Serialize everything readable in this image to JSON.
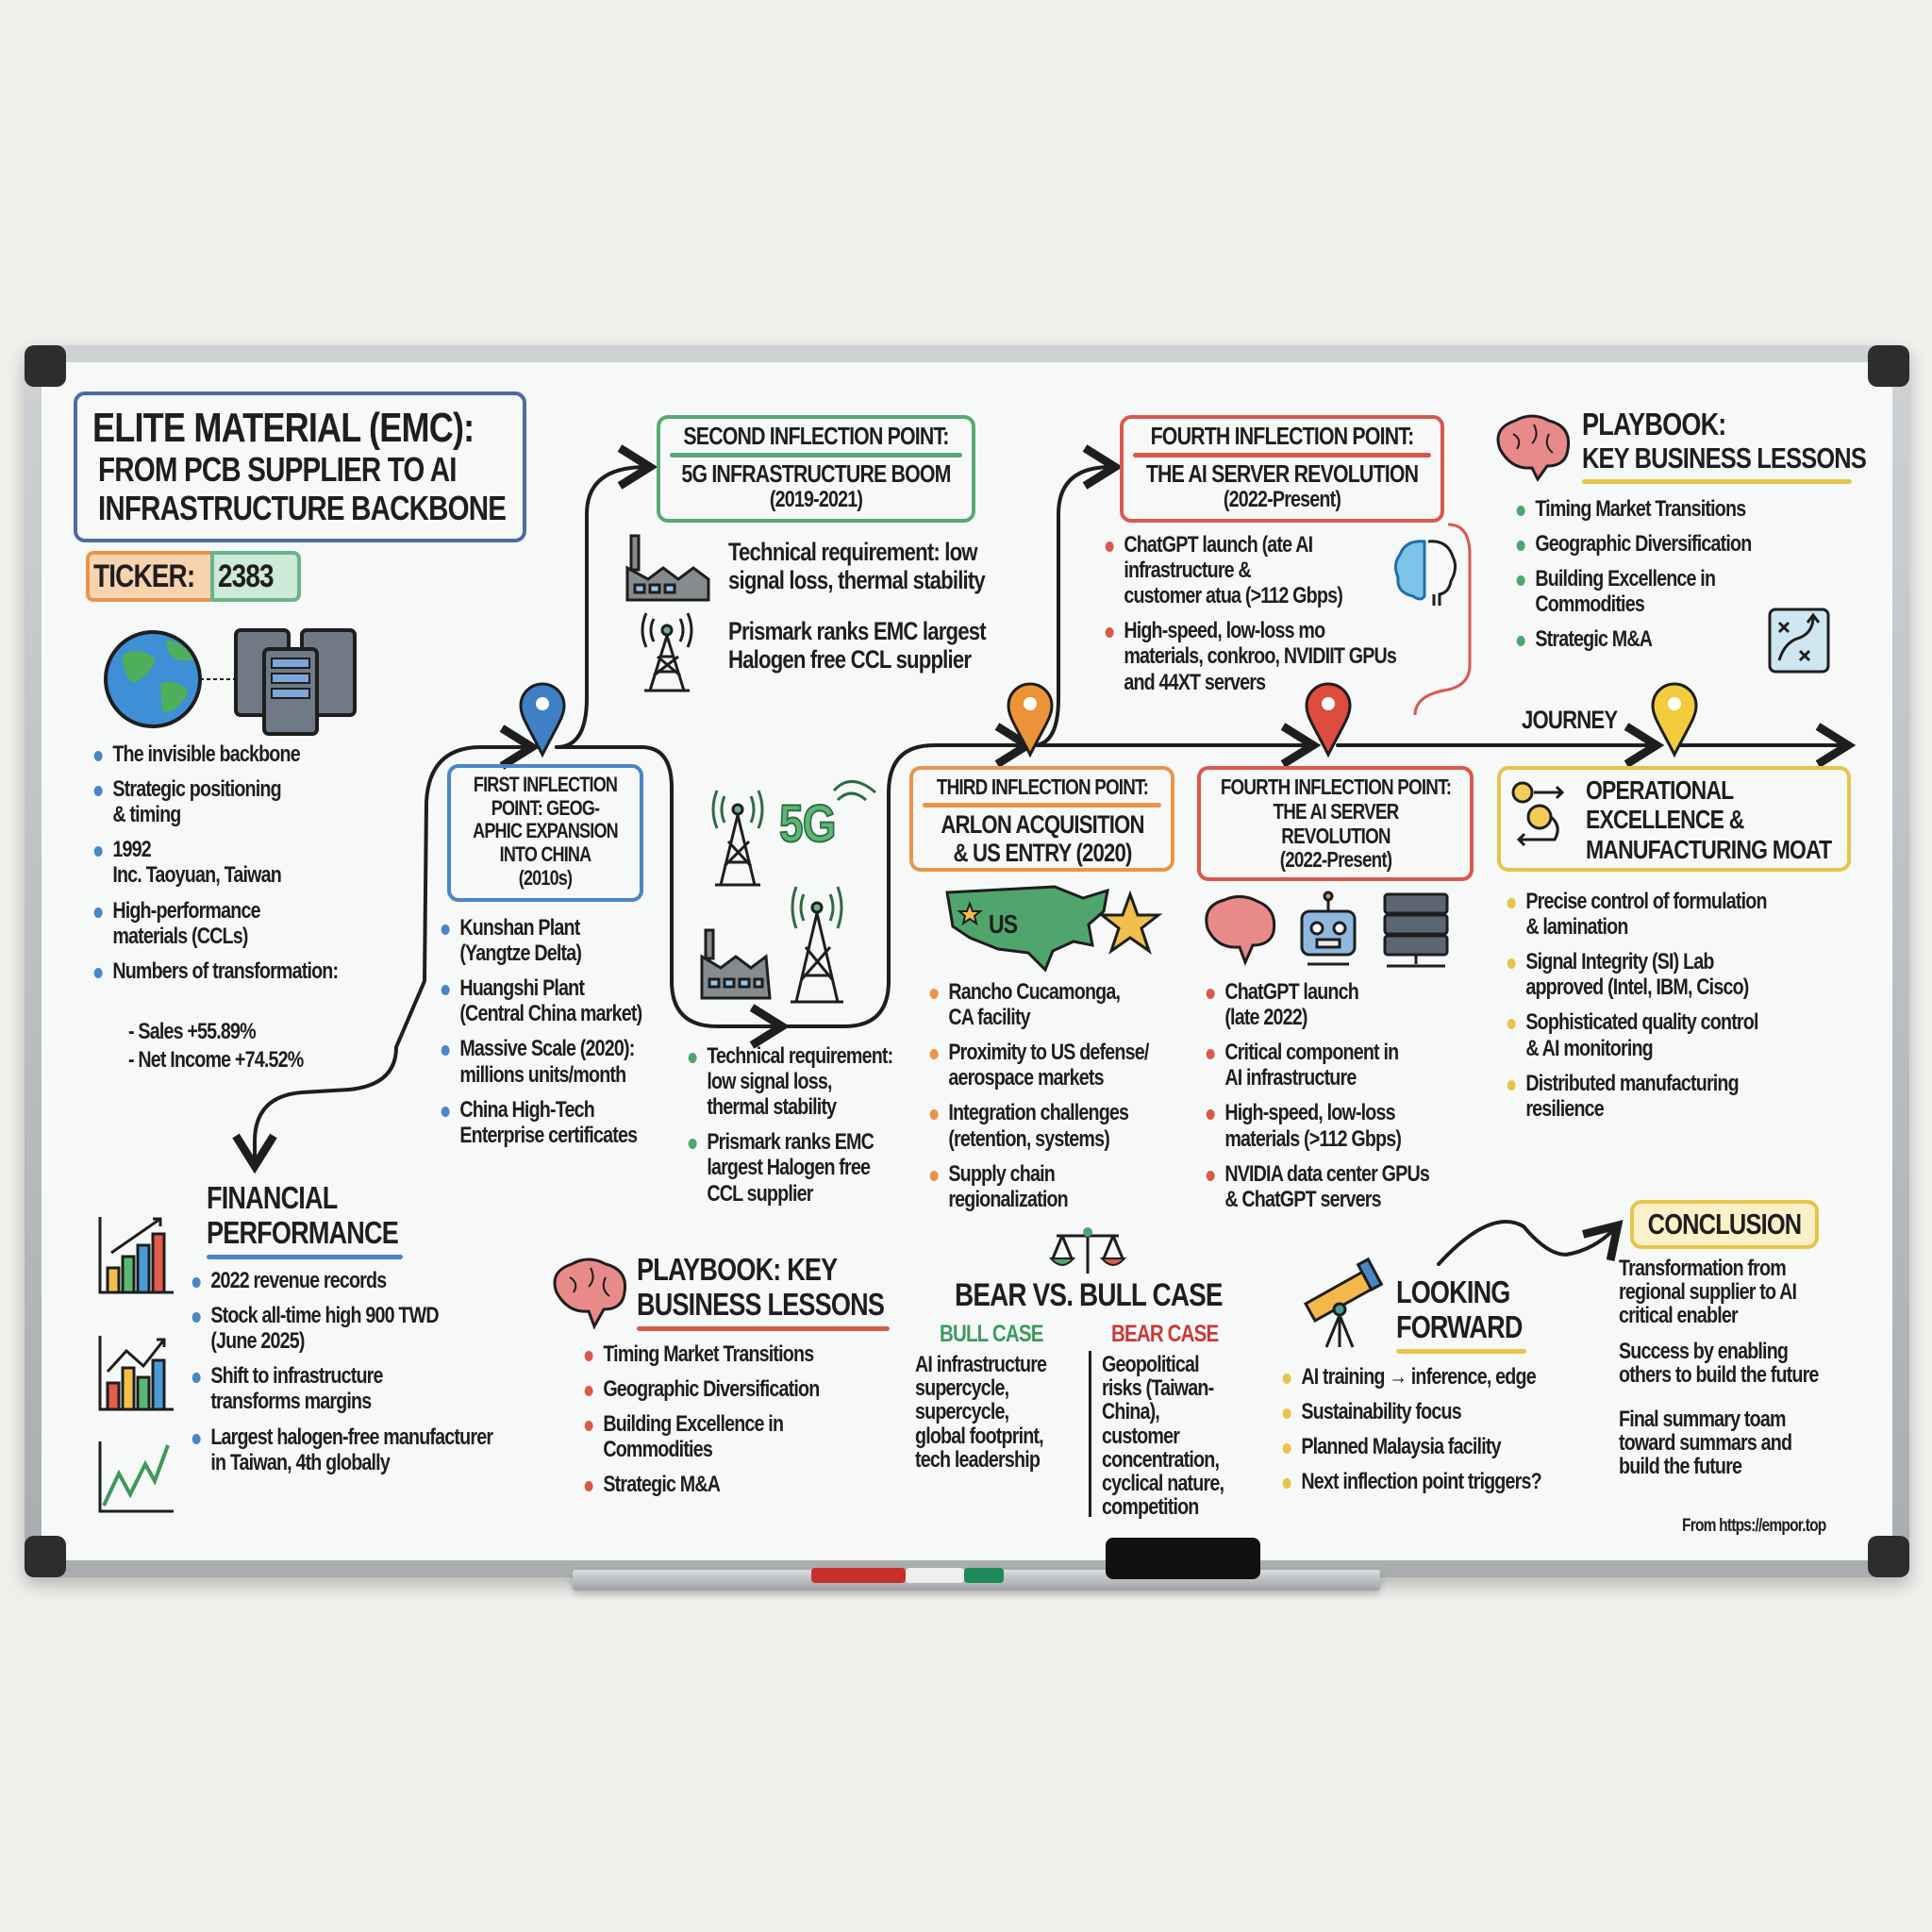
{
  "colors": {
    "blue": "#4a86c5",
    "green": "#4fa56b",
    "orange": "#e8954a",
    "red": "#d9594c",
    "yellow": "#e6c44a",
    "ink": "#1e1e1e"
  },
  "header": {
    "title_line1": "ELITE MATERIAL (EMC):",
    "title_line2": "FROM PCB SUPPLIER TO AI\nINFRASTRUCTURE BACKBONE",
    "ticker_label": "TICKER:",
    "ticker_value": "2383"
  },
  "intro": {
    "icons": [
      "globe-icon",
      "server-rack-icon"
    ],
    "bullets": [
      "The invisible backbone",
      "Strategic positioning\n& timing",
      "1992\nInc. Taoyuan, Taiwan",
      "High-performance\nmaterials (CCLs)",
      "Numbers of transformation:"
    ],
    "numbers": [
      "- Sales +55.89%",
      "- Net Income +74.52%"
    ]
  },
  "second_inflection": {
    "title": "SECOND INFLECTION POINT:",
    "subtitle": "5G INFRASTRUCTURE BOOM",
    "period": "(2019-2021)",
    "items": [
      {
        "icon": "factory-icon",
        "text": "Technical requirement: low\nsignal loss, thermal stability"
      },
      {
        "icon": "cell-tower-icon",
        "text": "Prismark ranks EMC largest\nHalogen free CCL supplier"
      }
    ]
  },
  "fourth_inflection_top": {
    "title": "FOURTH INFLECTION POINT:",
    "subtitle": "THE AI SERVER REVOLUTION",
    "period": "(2022-Present)",
    "bullets": [
      "ChatGPT launch (ate AI\ninfrastructure &\ncustomer atua (>112 Gbps)",
      "High-speed, low-loss mo\nmaterials, conkroo, NVIDIIT GPUs\nand 44XT servers"
    ]
  },
  "playbook_top": {
    "title": "PLAYBOOK:",
    "subtitle": "KEY BUSINESS LESSONS",
    "bullets": [
      "Timing Market Transitions",
      "Geographic Diversification",
      "Building Excellence in\nCommodities",
      "Strategic M&A"
    ]
  },
  "timeline": {
    "label": "JOURNEY",
    "pins": [
      "blue",
      "orange",
      "red",
      "yellow"
    ]
  },
  "first_inflection": {
    "title": "FIRST INFLECTION\nPOINT: GEOG-\nAPHIC EXPANSION\nINTO CHINA\n(2010s)",
    "bullets": [
      "Kunshan Plant\n(Yangtze Delta)",
      "Huangshi Plant\n(Central China market)",
      "Massive Scale (2020):\nmillions units/month",
      "China High-Tech\nEnterprise certificates"
    ]
  },
  "fiveg": {
    "label": "5G",
    "bullets": [
      "Technical requirement:\nlow signal loss,\nthermal stability",
      "Prismark ranks EMC\nlargest Halogen free\nCCL supplier"
    ]
  },
  "third_inflection": {
    "title": "THIRD INFLECTION POINT:",
    "subtitle": "ARLON ACQUISITION\n& US ENTRY (2020)",
    "map_label": "US",
    "bullets": [
      "Rancho Cucamonga,\nCA facility",
      "Proximity to US defense/\naerospace markets",
      "Integration challenges\n(retention, systems)",
      "Supply chain\nregionalization"
    ]
  },
  "fourth_inflection": {
    "title": "FOURTH INFLECTION POINT:\nTHE AI SERVER\nREVOLUTION\n(2022-Present)",
    "bullets": [
      "ChatGPT launch\n(late 2022)",
      "Critical component in\nAI infrastructure",
      "High-speed, low-loss\nmaterials (>112 Gbps)",
      "NVIDIA data center GPUs\n& ChatGPT servers"
    ]
  },
  "operational": {
    "title": "OPERATIONAL\nEXCELLENCE &\nMANUFACTURING MOAT",
    "bullets": [
      "Precise control of formulation\n& lamination",
      "Signal Integrity (SI) Lab\napproved (Intel, IBM, Cisco)",
      "Sophisticated quality control\n& AI monitoring",
      "Distributed manufacturing\nresilience"
    ]
  },
  "financial": {
    "title": "FINANCIAL\nPERFORMANCE",
    "bullets": [
      "2022 revenue records",
      "Stock all-time high 900 TWD\n(June 2025)",
      "Shift to infrastructure\ntransforms margins",
      "Largest halogen-free manufacturer\nin Taiwan, 4th globally"
    ]
  },
  "playbook_bottom": {
    "title": "PLAYBOOK: KEY\nBUSINESS LESSONS",
    "bullets": [
      "Timing Market Transitions",
      "Geographic Diversification",
      "Building Excellence in\nCommodities",
      "Strategic M&A"
    ]
  },
  "bear_bull": {
    "title": "BEAR VS. BULL CASE",
    "bull_label": "BULL CASE",
    "bear_label": "BEAR CASE",
    "bull_text": "AI infrastructure\nsupercycle,\nsupercycle,\nglobal footprint,\ntech leadership",
    "bear_text": "Geopolitical\nrisks (Taiwan-\nChina),\ncustomer\nconcentration,\ncyclical nature,\ncompetition"
  },
  "looking_forward": {
    "title": "LOOKING\nFORWARD",
    "bullets": [
      "AI training → inference, edge",
      "Sustainability focus",
      "Planned Malaysia facility",
      "Next inflection point triggers?"
    ]
  },
  "conclusion": {
    "title": "CONCLUSION",
    "paragraphs": [
      "Transformation from\nregional supplier to AI\ncritical enabler",
      "Success by enabling\nothers to build the future",
      "Final summary toam\ntoward summars and\nbuild the future"
    ]
  },
  "footer": {
    "source": "From https://empor.top"
  }
}
